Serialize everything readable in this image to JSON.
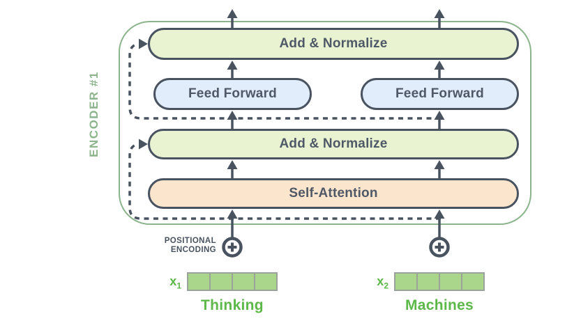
{
  "diagram": {
    "title_semantic": "transformer-encoder-block-diagram",
    "encoder_label": "ENCODER #1",
    "boxes": {
      "add_normalize_top": "Add & Normalize",
      "feed_forward_left": "Feed Forward",
      "feed_forward_right": "Feed Forward",
      "add_normalize_mid": "Add & Normalize",
      "self_attention": "Self-Attention"
    },
    "positional_encoding": {
      "line1": "POSITIONAL",
      "line2": "ENCODING",
      "icon": "plus-in-circle-icon"
    },
    "inputs": [
      {
        "vector_label": "x",
        "vector_sub": "1",
        "cells": 4,
        "token": "Thinking"
      },
      {
        "vector_label": "x",
        "vector_sub": "2",
        "cells": 4,
        "token": "Machines"
      }
    ],
    "colors": {
      "encoder_outline_green": "#8cb48c",
      "encoder_label_green": "#8cb48c",
      "add_normalize_fill": "#e9f3d2",
      "feed_forward_fill": "#e2edfb",
      "self_attention_fill": "#fbe5cd",
      "box_border_slate": "#49525f",
      "box_text_slate": "#4f5866",
      "arrow_slate": "#49525f",
      "token_green": "#5cb849",
      "vector_cell_fill": "#aad68c",
      "vector_border_gray": "#9aa29b",
      "background": "#ffffff"
    }
  }
}
